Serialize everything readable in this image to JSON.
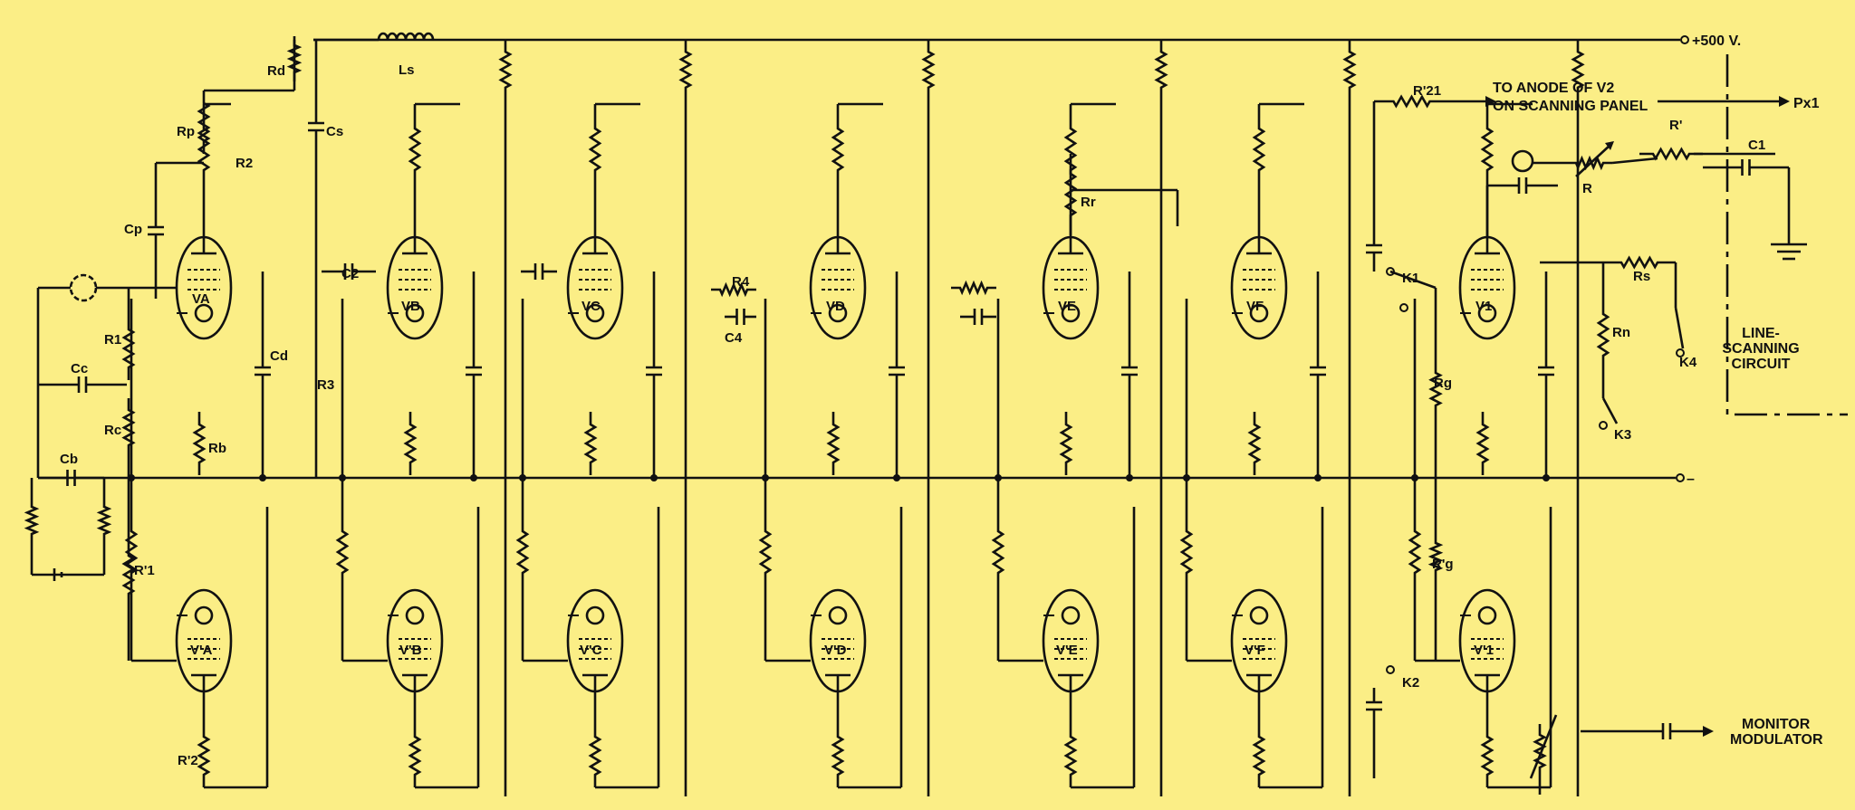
{
  "colors": {
    "background": "#fbee86",
    "ink": "#111111"
  },
  "supply": {
    "label": "+500 V."
  },
  "negative_terminal": {
    "label": "–"
  },
  "stages": [
    {
      "upper": "VA",
      "lower": "V'A"
    },
    {
      "upper": "VB",
      "lower": "V'B"
    },
    {
      "upper": "VC",
      "lower": "V'C"
    },
    {
      "upper": "VD",
      "lower": "V'D"
    },
    {
      "upper": "VE",
      "lower": "V'E"
    },
    {
      "upper": "VF",
      "lower": "V'F"
    },
    {
      "upper": "V1",
      "lower": "V'1"
    }
  ],
  "components": {
    "Ls": "Ls",
    "Rd": "Rd",
    "Cs": "Cs",
    "Rp": "Rp",
    "R2": "R2",
    "Cp": "Cp",
    "R1": "R1",
    "Cc": "Cc",
    "Rc": "Rc",
    "Cb": "Cb",
    "R1p": "R'1",
    "R2p": "R'2",
    "Rb": "Rb",
    "Cd": "Cd",
    "C2": "C2",
    "R3": "R3",
    "R4": "R4",
    "C4": "C4",
    "Rr": "Rr",
    "R21": "R'21",
    "K1": "K1",
    "K2": "K2",
    "K3": "K3",
    "K4": "K4",
    "Rg": "Rg",
    "Rgp": "R'g",
    "Rs": "Rs",
    "Rn": "Rn",
    "Rp2": "R'",
    "R": "R",
    "C1": "C1"
  },
  "annotations": {
    "to_anode_1": "TO ANODE OF V2",
    "to_anode_2": "ON SCANNING PANEL",
    "px1": "Px1",
    "line_scan_1": "LINE-",
    "line_scan_2": "SCANNING",
    "line_scan_3": "CIRCUIT",
    "monitor_1": "MONITOR",
    "monitor_2": "MODULATOR"
  }
}
